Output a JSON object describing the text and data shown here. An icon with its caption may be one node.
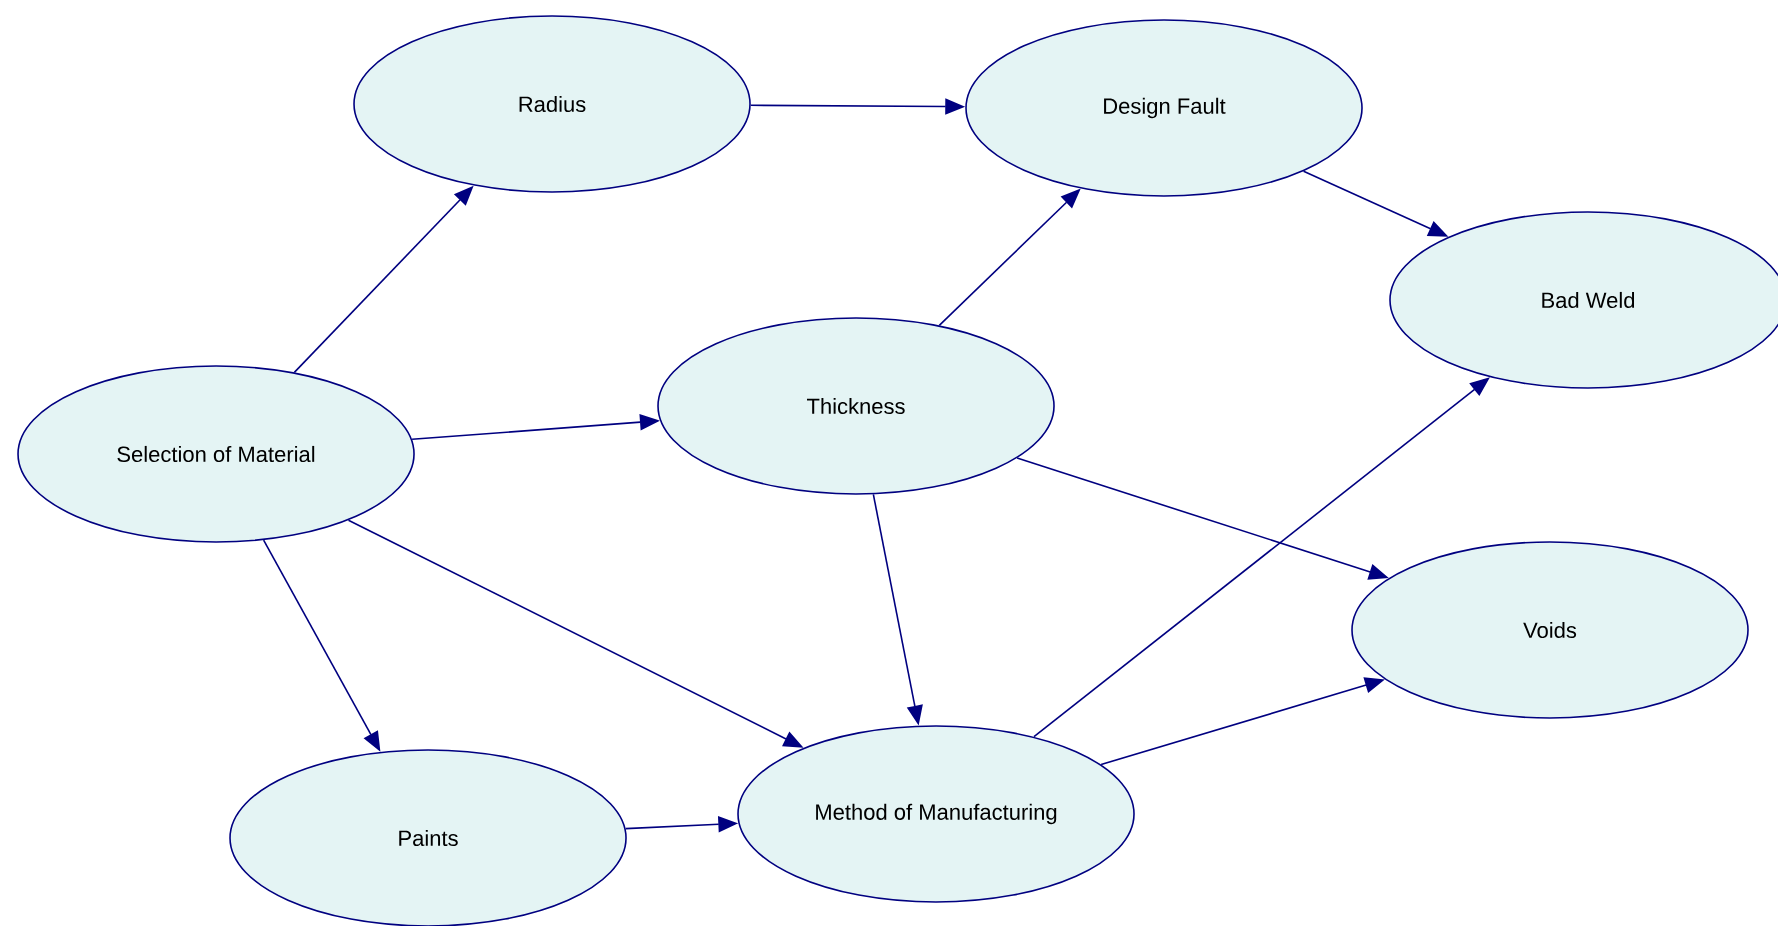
{
  "diagram": {
    "nodes": [
      {
        "text": [
          "Selection of Material"
        ]
      },
      {
        "text": [
          "Radius"
        ]
      },
      {
        "text": [
          "Thickness"
        ]
      },
      {
        "text": [
          "Paints"
        ]
      },
      {
        "text": [
          "Method of Manufacturing"
        ]
      },
      {
        "text": [
          "Design Fault"
        ]
      },
      {
        "text": [
          "Bad Weld"
        ]
      },
      {
        "text": [
          "Voids"
        ]
      }
    ],
    "edges": [
      {
        "from": 0,
        "to": 1,
        "arrow": "to"
      },
      {
        "from": 0,
        "to": 2,
        "arrow": "to"
      },
      {
        "from": 0,
        "to": 3,
        "arrow": "to"
      },
      {
        "from": 0,
        "to": 4,
        "arrow": "to"
      },
      {
        "from": 1,
        "to": 5,
        "arrow": "to"
      },
      {
        "from": 2,
        "to": 5,
        "arrow": "to"
      },
      {
        "from": 2,
        "to": 4,
        "arrow": "to"
      },
      {
        "from": 2,
        "to": 7,
        "arrow": "to"
      },
      {
        "from": 3,
        "to": 4,
        "arrow": "to"
      },
      {
        "from": 4,
        "to": 6,
        "arrow": "to"
      },
      {
        "from": 4,
        "to": 7,
        "arrow": "to"
      },
      {
        "from": 5,
        "to": 6,
        "arrow": "to"
      }
    ]
  }
}
